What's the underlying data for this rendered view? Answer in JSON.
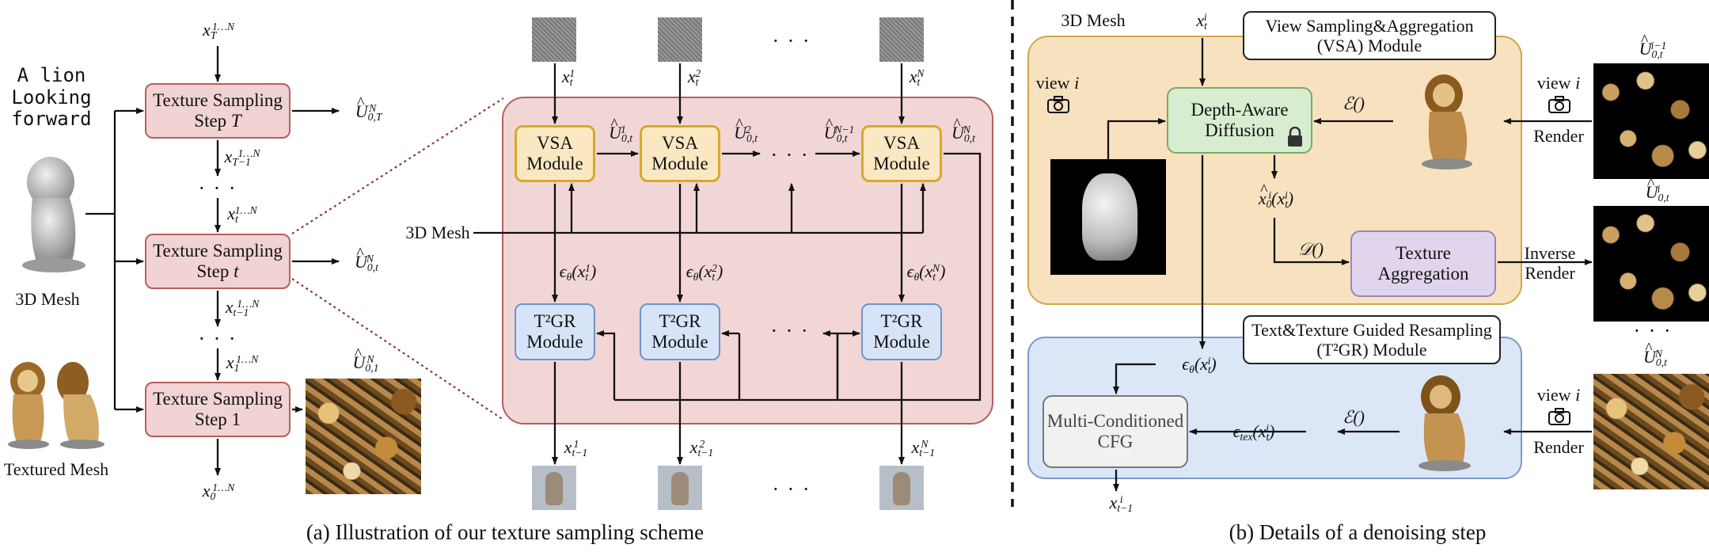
{
  "prompt_text": [
    "A lion",
    "Looking",
    "forward"
  ],
  "left_labels": {
    "mesh": "3D Mesh",
    "textured_mesh": "Textured Mesh"
  },
  "steps": [
    {
      "line1": "Texture Sampling",
      "line2": "Step ",
      "var": "T"
    },
    {
      "line1": "Texture Sampling",
      "line2": "Step ",
      "var": "t"
    },
    {
      "line1": "Texture Sampling",
      "line2": "Step 1",
      "var": ""
    }
  ],
  "flow_labels": {
    "x_T": {
      "base": "x",
      "sub": "T",
      "sup": "1…N"
    },
    "x_Tm1": {
      "base": "x",
      "sub": "T−1",
      "sup": "1…N"
    },
    "x_t": {
      "base": "x",
      "sub": "t",
      "sup": "1…N"
    },
    "x_tm1": {
      "base": "x",
      "sub": "t−1",
      "sup": "1…N"
    },
    "x_1": {
      "base": "x",
      "sub": "1",
      "sup": "1…N"
    },
    "x_0": {
      "base": "x",
      "sub": "0",
      "sup": "1…N"
    },
    "U_T": {
      "base": "U",
      "sub": "0,T",
      "sup": "N"
    },
    "U_t": {
      "base": "U",
      "sub": "0,t",
      "sup": "N"
    },
    "U_1": {
      "base": "U",
      "sub": "0,1",
      "sup": "N"
    }
  },
  "scheme": {
    "vsa_label": "VSA\nModule",
    "t2gr_label": "T²GR\nModule",
    "mesh_label": "3D Mesh",
    "x_in": [
      {
        "sub": "t",
        "sup": "1"
      },
      {
        "sub": "t",
        "sup": "2"
      },
      {
        "sub": "t",
        "sup": "N"
      }
    ],
    "x_out": [
      {
        "sub": "t−1",
        "sup": "1"
      },
      {
        "sub": "t−1",
        "sup": "2"
      },
      {
        "sub": "t−1",
        "sup": "N"
      }
    ],
    "u_labels": [
      {
        "sub": "0,t",
        "sup": "1"
      },
      {
        "sub": "0,t",
        "sup": "2"
      },
      {
        "sub": "0,t",
        "sup": "N−1"
      },
      {
        "sub": "0,t",
        "sup": "N"
      }
    ],
    "eps": [
      {
        "arg": "1"
      },
      {
        "arg": "2"
      },
      {
        "arg": "N"
      }
    ],
    "ellipsis": "· · ·"
  },
  "denoise": {
    "mesh_label": "3D Mesh",
    "vsa_title": "View Sampling&Aggregation\n(VSA) Module",
    "t2gr_title": "Text&Texture Guided Resampling\n(T²GR) Module",
    "depth_diffusion": "Depth-Aware\nDiffusion",
    "texture_aggregation": "Texture\nAggregation",
    "cfg": "Multi-Conditioned\nCFG",
    "view_label": "view ",
    "view_var": "i",
    "render": "Render",
    "inverse_render": "Inverse\nRender",
    "enc": "ℰ()",
    "dec": "𝒟()",
    "right_labels": [
      {
        "base": "U",
        "sub": "0,t",
        "sup": "i−1"
      },
      {
        "base": "U",
        "sub": "0,t",
        "sup": "i"
      },
      {
        "base": "U",
        "sub": "0,t",
        "sup": "N"
      }
    ],
    "dots": "· · ·"
  },
  "captions": {
    "a": "(a) Illustration of our texture sampling scheme",
    "b": "(b) Details of a denoising step"
  },
  "colors": {
    "step_fill": "#f1d3d3",
    "panel_pink": "#f2d6d6",
    "vsa_fill": "#fbe7c2",
    "vsa_panel": "#f8e1bf",
    "t2gr_fill": "#d7e4f7",
    "t2gr_panel": "#dbe6f7",
    "green": "#d8ecd0",
    "purple": "#e0d5ec"
  }
}
